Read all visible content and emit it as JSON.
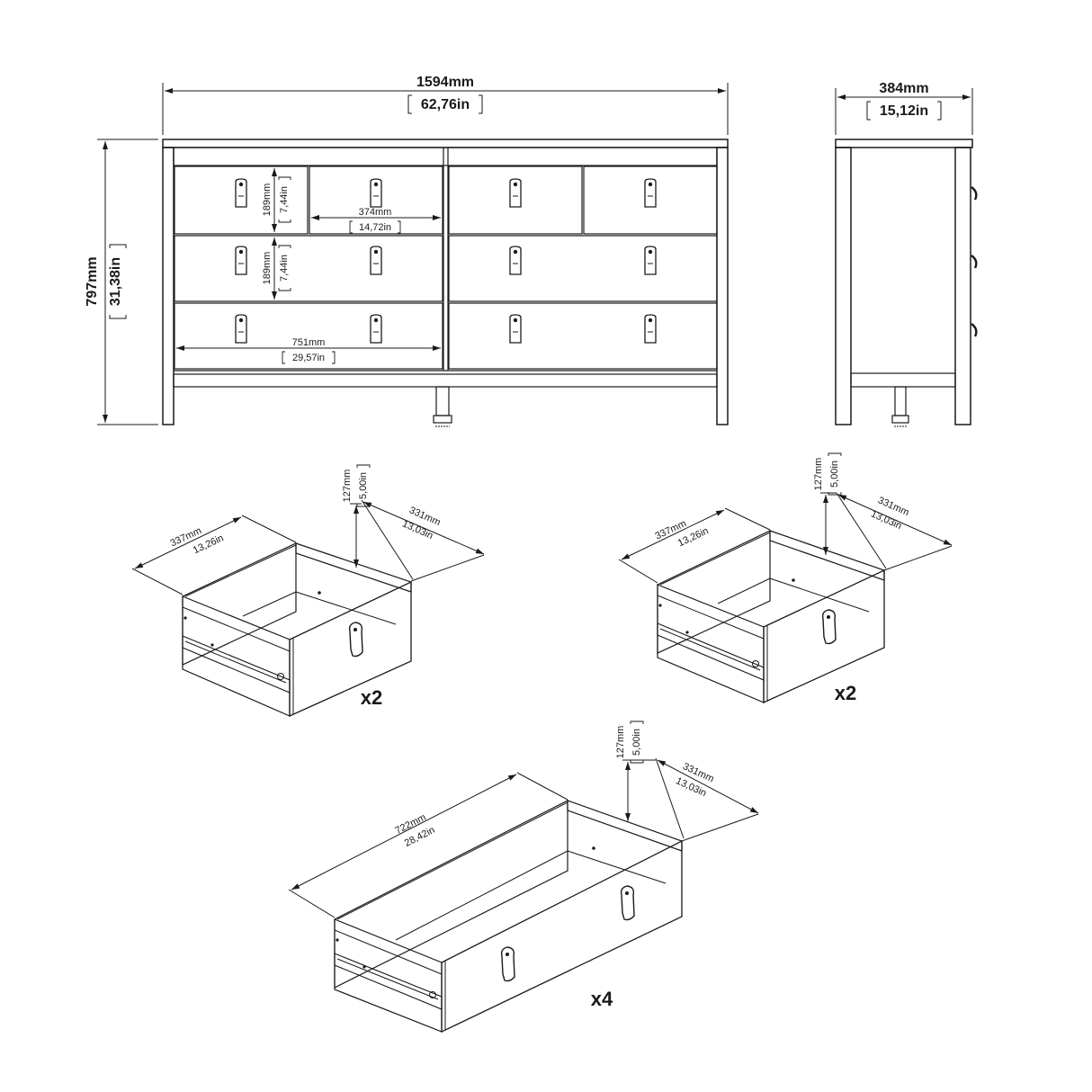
{
  "front": {
    "width_mm": "1594mm",
    "width_in": "62,76in",
    "height_mm": "797mm",
    "height_in": "31,38in",
    "drawer_h1_mm": "189mm",
    "drawer_h1_in": "7,44in",
    "drawer_h2_mm": "189mm",
    "drawer_h2_in": "7,44in",
    "small_w_mm": "374mm",
    "small_w_in": "14,72in",
    "large_w_mm": "751mm",
    "large_w_in": "29,57in"
  },
  "side": {
    "depth_mm": "384mm",
    "depth_in": "15,12in"
  },
  "drawer_small_a": {
    "width_mm": "337mm",
    "width_in": "13,26in",
    "depth_mm": "331mm",
    "depth_in": "13,03in",
    "height_mm": "127mm",
    "height_in": "5,00in",
    "qty": "x2"
  },
  "drawer_small_b": {
    "width_mm": "337mm",
    "width_in": "13,26in",
    "depth_mm": "331mm",
    "depth_in": "13,03in",
    "height_mm": "127mm",
    "height_in": "5,00in",
    "qty": "x2"
  },
  "drawer_large": {
    "width_mm": "722mm",
    "width_in": "28,42in",
    "depth_mm": "331mm",
    "depth_in": "13,03in",
    "height_mm": "127mm",
    "height_in": "5,00in",
    "qty": "x4"
  }
}
